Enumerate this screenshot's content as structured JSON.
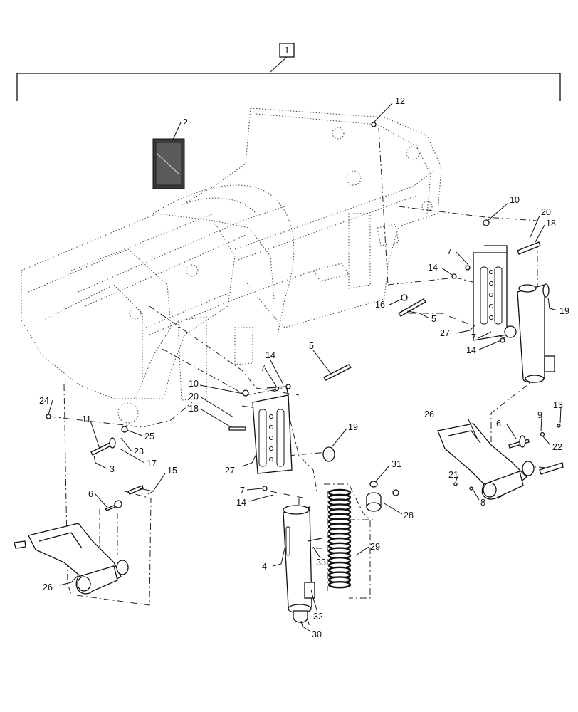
{
  "diagram": {
    "assembly_callout": "1",
    "callouts": [
      {
        "id": "c12",
        "text": "12"
      },
      {
        "id": "c2",
        "text": "2"
      },
      {
        "id": "c10a",
        "text": "10"
      },
      {
        "id": "c20a",
        "text": "20"
      },
      {
        "id": "c18a",
        "text": "18"
      },
      {
        "id": "c7a",
        "text": "7"
      },
      {
        "id": "c14a",
        "text": "14"
      },
      {
        "id": "c16",
        "text": "16"
      },
      {
        "id": "c5a",
        "text": "5"
      },
      {
        "id": "c19a",
        "text": "19"
      },
      {
        "id": "c27a",
        "text": "27"
      },
      {
        "id": "c7b",
        "text": "7"
      },
      {
        "id": "c14b",
        "text": "14"
      },
      {
        "id": "c14c",
        "text": "14"
      },
      {
        "id": "c5b",
        "text": "5"
      },
      {
        "id": "c7c",
        "text": "7"
      },
      {
        "id": "c10b",
        "text": "10"
      },
      {
        "id": "c20b",
        "text": "20"
      },
      {
        "id": "c18b",
        "text": "18"
      },
      {
        "id": "c24",
        "text": "24"
      },
      {
        "id": "c11",
        "text": "11"
      },
      {
        "id": "c25",
        "text": "25"
      },
      {
        "id": "c23",
        "text": "23"
      },
      {
        "id": "c3",
        "text": "3"
      },
      {
        "id": "c17",
        "text": "17"
      },
      {
        "id": "c15",
        "text": "15"
      },
      {
        "id": "c27b",
        "text": "27"
      },
      {
        "id": "c19b",
        "text": "19"
      },
      {
        "id": "c26a",
        "text": "26"
      },
      {
        "id": "c6a",
        "text": "6"
      },
      {
        "id": "c9",
        "text": "9"
      },
      {
        "id": "c13",
        "text": "13"
      },
      {
        "id": "c22",
        "text": "22"
      },
      {
        "id": "c21",
        "text": "21"
      },
      {
        "id": "c8",
        "text": "8"
      },
      {
        "id": "c31",
        "text": "31"
      },
      {
        "id": "c28",
        "text": "28"
      },
      {
        "id": "c7d",
        "text": "7"
      },
      {
        "id": "c14d",
        "text": "14"
      },
      {
        "id": "c6b",
        "text": "6"
      },
      {
        "id": "c29",
        "text": "29"
      },
      {
        "id": "c4",
        "text": "4"
      },
      {
        "id": "c33",
        "text": "33"
      },
      {
        "id": "c26b",
        "text": "26"
      },
      {
        "id": "c32",
        "text": "32"
      },
      {
        "id": "c30",
        "text": "30"
      }
    ]
  }
}
